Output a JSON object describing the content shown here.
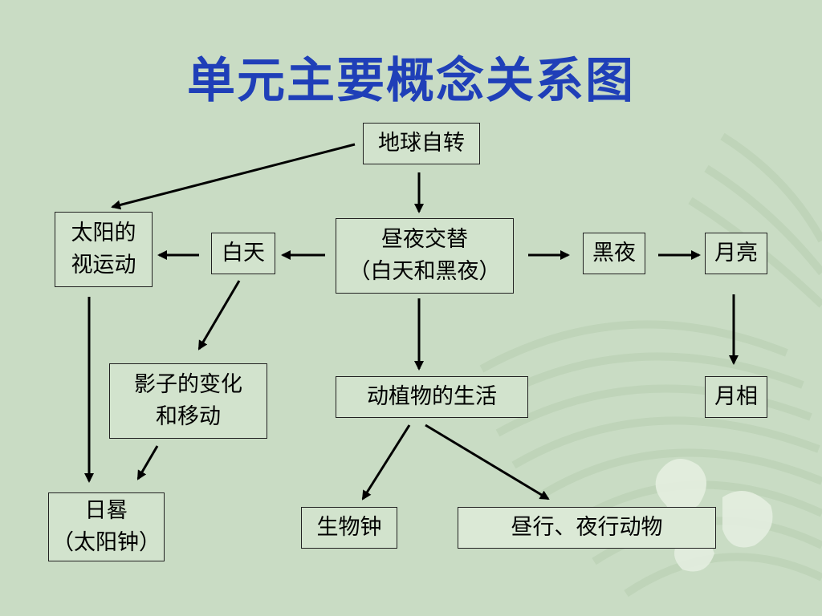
{
  "title": "单元主要概念关系图",
  "nodes": {
    "earth_rotation": "地球自转",
    "sun_motion": [
      "太阳的",
      "视运动"
    ],
    "daytime": "白天",
    "day_night": [
      "昼夜交替",
      "（白天和黑夜）"
    ],
    "night": "黑夜",
    "moon": "月亮",
    "shadow": [
      "影子的变化",
      "和移动"
    ],
    "plant_animal": "动植物的生活",
    "moon_phase": "月相",
    "sundial": [
      "日晷",
      "（太阳钟）"
    ],
    "bio_clock": "生物钟",
    "diurnal_nocturnal": "昼行、夜行动物"
  }
}
